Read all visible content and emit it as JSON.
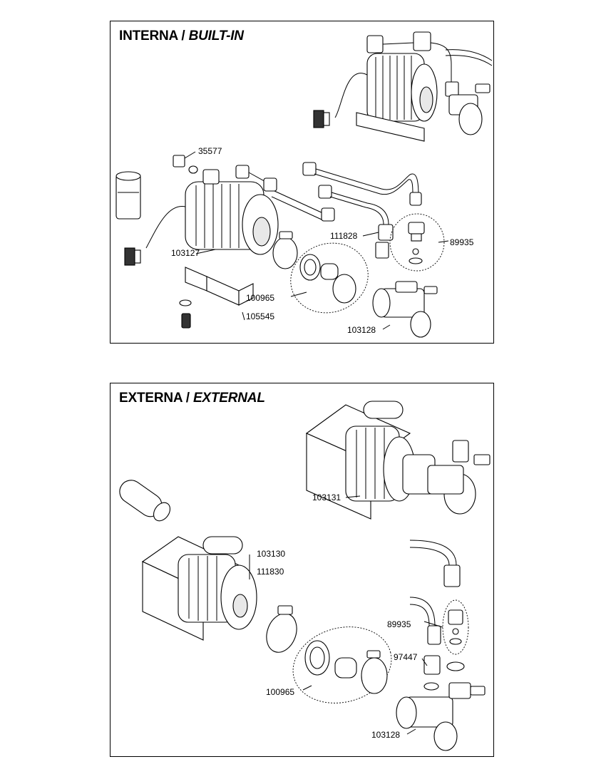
{
  "panels": {
    "top": {
      "title_main": "INTERNA /",
      "title_italic": "BUILT-IN",
      "labels": {
        "p35577": "35577",
        "p111828": "111828",
        "p89935": "89935",
        "p103127": "103127",
        "p100965": "100965",
        "p105545": "105545",
        "p103128": "103128"
      }
    },
    "bottom": {
      "title_main": "EXTERNA /",
      "title_italic": "EXTERNAL",
      "labels": {
        "p103131": "103131",
        "p103130": "103130",
        "p111830": "111830",
        "p89935": "89935",
        "p97447": "97447",
        "p100965": "100965",
        "p103128": "103128"
      }
    }
  }
}
